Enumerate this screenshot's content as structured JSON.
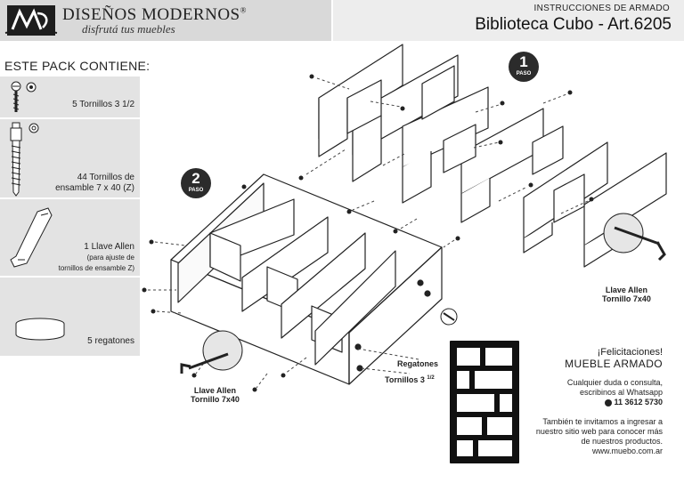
{
  "header": {
    "brand": "DISEÑOS MODERNOS",
    "registered": "®",
    "slogan": "disfrutá tus muebles",
    "instructions": "INSTRUCCIONES DE ARMADO",
    "product_title": "Biblioteca Cubo - Art.6205"
  },
  "pack": {
    "title": "ESTE PACK CONTIENE:",
    "items": [
      {
        "label": "5 Tornillos 3 1/2",
        "icon": "small-screw-icon"
      },
      {
        "label_line1": "44 Tornillos de",
        "label_line2": "ensamble 7 x 40 (Z)",
        "icon": "assembly-screw-icon"
      },
      {
        "label": "1 Llave Allen",
        "sub_line1": "(para ajuste de",
        "sub_line2": "tornillos de ensamble Z)",
        "icon": "allen-key-icon"
      },
      {
        "label": "5 regatones",
        "icon": "foot-cap-icon"
      }
    ]
  },
  "steps": [
    {
      "number": "1",
      "word": "PASO"
    },
    {
      "number": "2",
      "word": "PASO"
    }
  ],
  "labels": {
    "llave_right_1": "Llave Allen",
    "llave_right_2": "Tornillo 7x40",
    "llave_left_1": "Llave Allen",
    "llave_left_2": "Tornillo 7x40",
    "regatones": "Regatones",
    "tornillos": "Tornillos 3",
    "tornillos_frac": "1/2"
  },
  "footer": {
    "congrats1": "¡Felicitaciones!",
    "congrats2": "MUEBLE ARMADO",
    "contact1": "Cualquier duda o consulta,",
    "contact2": "escribinos al Whatsapp",
    "phone": "11 3612 5730",
    "web1": "También te invitamos a ingresar a",
    "web2": "nuestro sitio web para conocer más",
    "web3": "de nuestros productos.",
    "url": "www.muebo.com.ar"
  }
}
